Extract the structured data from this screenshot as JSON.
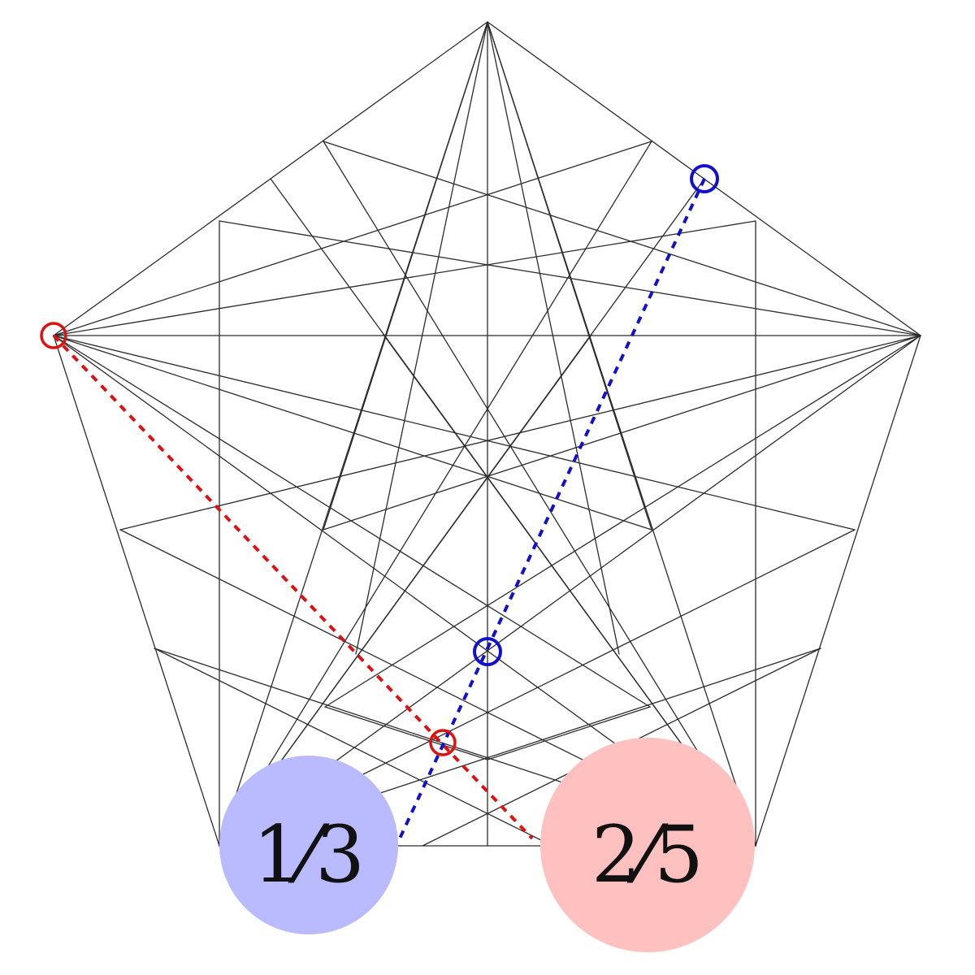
{
  "fractions": {
    "left": "1⁄3",
    "right": "2⁄5"
  },
  "colors": {
    "red": "#dd1111",
    "blue": "#1111cc",
    "left_disc": "#b9baff",
    "right_disc": "#ffc0c0",
    "lines": "#2b2b2b"
  },
  "icons": {
    "red_marker": "red-circle-marker",
    "blue_marker": "blue-circle-marker"
  }
}
